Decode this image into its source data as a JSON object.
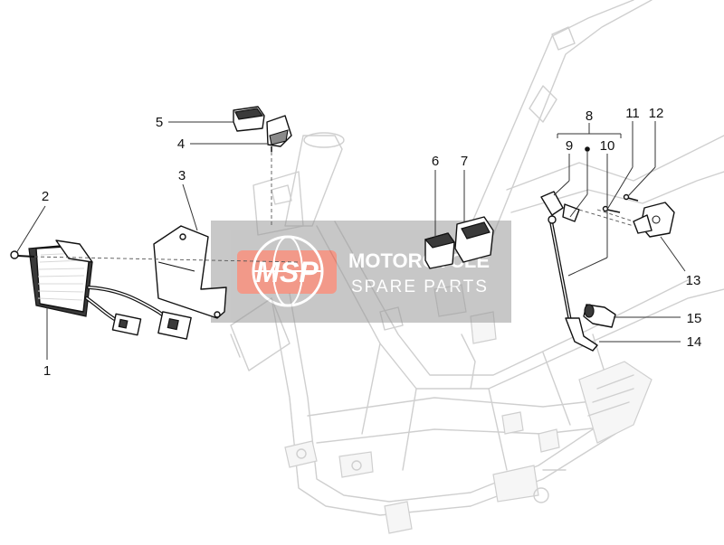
{
  "callouts": [
    {
      "id": "1",
      "label": "1"
    },
    {
      "id": "2",
      "label": "2"
    },
    {
      "id": "3",
      "label": "3"
    },
    {
      "id": "4",
      "label": "4"
    },
    {
      "id": "5",
      "label": "5"
    },
    {
      "id": "6",
      "label": "6"
    },
    {
      "id": "7",
      "label": "7"
    },
    {
      "id": "8",
      "label": "8"
    },
    {
      "id": "9",
      "label": "9"
    },
    {
      "id": "10",
      "label": "10"
    },
    {
      "id": "11",
      "label": "11"
    },
    {
      "id": "12",
      "label": "12"
    },
    {
      "id": "13",
      "label": "13"
    },
    {
      "id": "14",
      "label": "14"
    },
    {
      "id": "15",
      "label": "15"
    }
  ],
  "watermark": {
    "logo": "MSP",
    "line1": "MOTORCYCLE",
    "line2": "SPARE PARTS",
    "logo_color": "#e8472a",
    "band_color": "#9a9a9a"
  }
}
